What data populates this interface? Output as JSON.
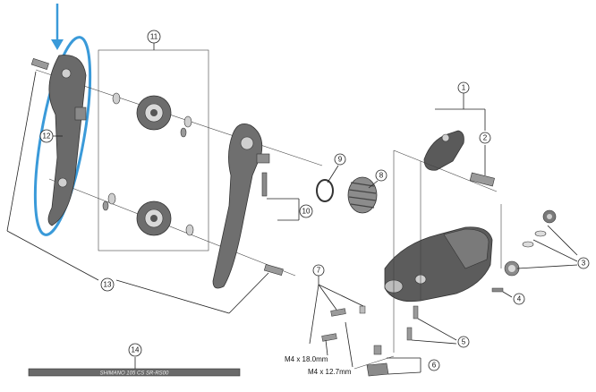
{
  "colors": {
    "highlight": "#3a9ad9",
    "part_dark": "#4a4a4a",
    "part_mid": "#7a7a7a",
    "part_light": "#bdbdbd",
    "line": "#222222"
  },
  "callouts": [
    {
      "id": "c1",
      "number": "1"
    },
    {
      "id": "c2",
      "number": "2"
    },
    {
      "id": "c3",
      "number": "3"
    },
    {
      "id": "c4",
      "number": "4"
    },
    {
      "id": "c5",
      "number": "5"
    },
    {
      "id": "c6",
      "number": "6"
    },
    {
      "id": "c7",
      "number": "7"
    },
    {
      "id": "c8",
      "number": "8"
    },
    {
      "id": "c9",
      "number": "9"
    },
    {
      "id": "c10",
      "number": "10"
    },
    {
      "id": "c11",
      "number": "11"
    },
    {
      "id": "c12",
      "number": "12"
    },
    {
      "id": "c13",
      "number": "13"
    },
    {
      "id": "c14",
      "number": "14"
    }
  ],
  "screw_labels": {
    "screw_long": "M4 x 18.0mm",
    "screw_short": "M4 x 12.7mm"
  },
  "cable_text": "SHIMANO 105 CS SR-RS00",
  "icons": {
    "pointer": "arrow-down-icon",
    "highlight": "ellipse-highlight"
  }
}
